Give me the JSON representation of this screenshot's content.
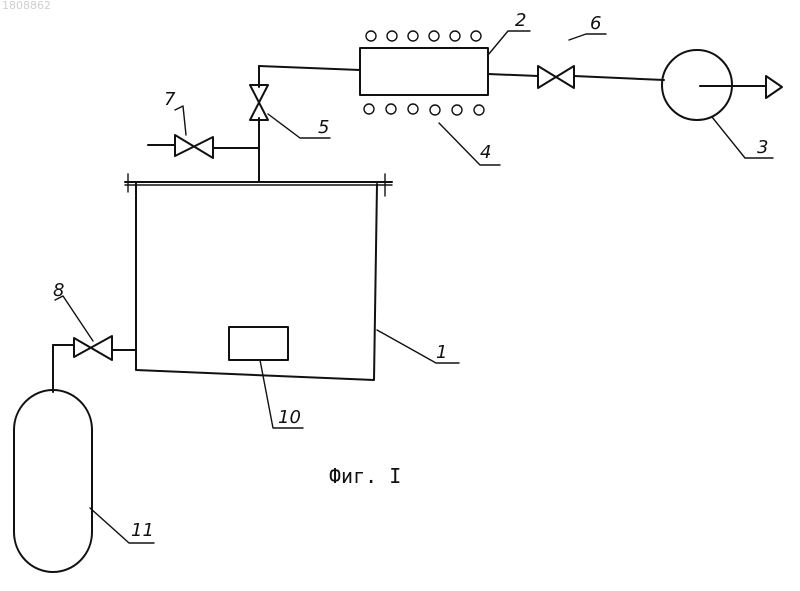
{
  "document_number": "1808862",
  "caption": "Фиг. I",
  "labels": {
    "l1": "1",
    "l2": "2",
    "l3": "3",
    "l4": "4",
    "l5": "5",
    "l6": "6",
    "l7": "7",
    "l8": "8",
    "l10": "10",
    "l11": "11"
  }
}
